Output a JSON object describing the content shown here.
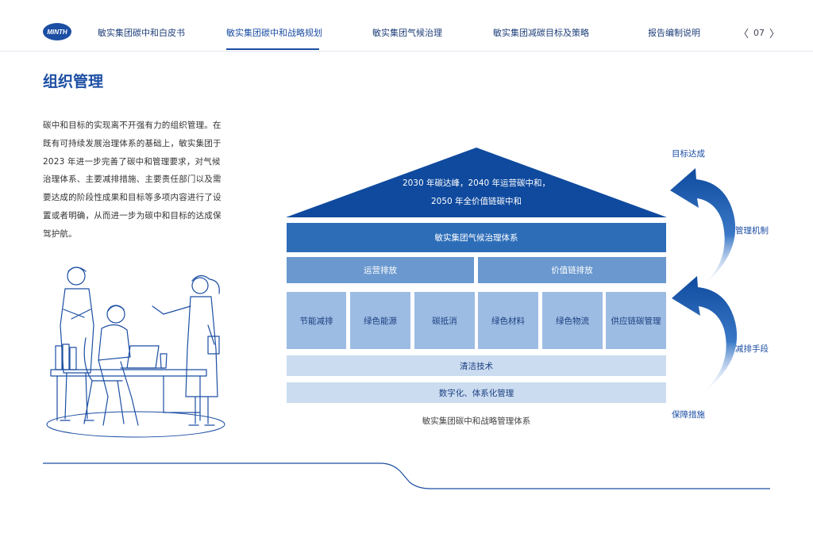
{
  "header": {
    "logo_text": "MINTH",
    "nav": [
      {
        "label": "敏实集团碳中和白皮书"
      },
      {
        "label": "敏实集团碳中和战略规划"
      },
      {
        "label": "敏实集团气候治理"
      },
      {
        "label": "敏实集团减碳目标及策略"
      },
      {
        "label": "报告编制说明"
      }
    ],
    "page_number": "07",
    "active_index": 1
  },
  "main": {
    "title": "组织管理",
    "paragraph": "碳中和目标的实现离不开强有力的组织管理。在既有可持续发展治理体系的基础上，敏实集团于 2023 年进一步完善了碳中和管理要求，对气候治理体系、主要减排措施、主要责任部门以及需要达成的阶段性成果和目标等多项内容进行了设置或者明确，从而进一步为碳中和目标的达成保驾护航。"
  },
  "diagram": {
    "roof_line1": "2030 年碳达峰，2040 年运营碳中和，",
    "roof_line2": "2050 年全价值链碳中和",
    "system": "敏实集团气候治理体系",
    "scopes": [
      "运营排放",
      "价值链排放"
    ],
    "pillars": [
      "节能减排",
      "绿色能源",
      "碳抵消",
      "绿色材料",
      "绿色物流",
      "供应链碳管理"
    ],
    "base1": "清洁技术",
    "base2": "数字化、体系化管理",
    "caption": "敏实集团碳中和战略管理体系",
    "side_labels": {
      "goal": "目标达成",
      "mechanism": "管理机制",
      "means": "减排手段",
      "guarantee": "保障措施"
    }
  },
  "colors": {
    "brand": "#1c4ea3",
    "roof": "#0f4a9e",
    "system_bar": "#2d6db8",
    "scope_bar": "#6a98cf",
    "pillar": "#9cbce3",
    "base": "#cbdcf0"
  }
}
